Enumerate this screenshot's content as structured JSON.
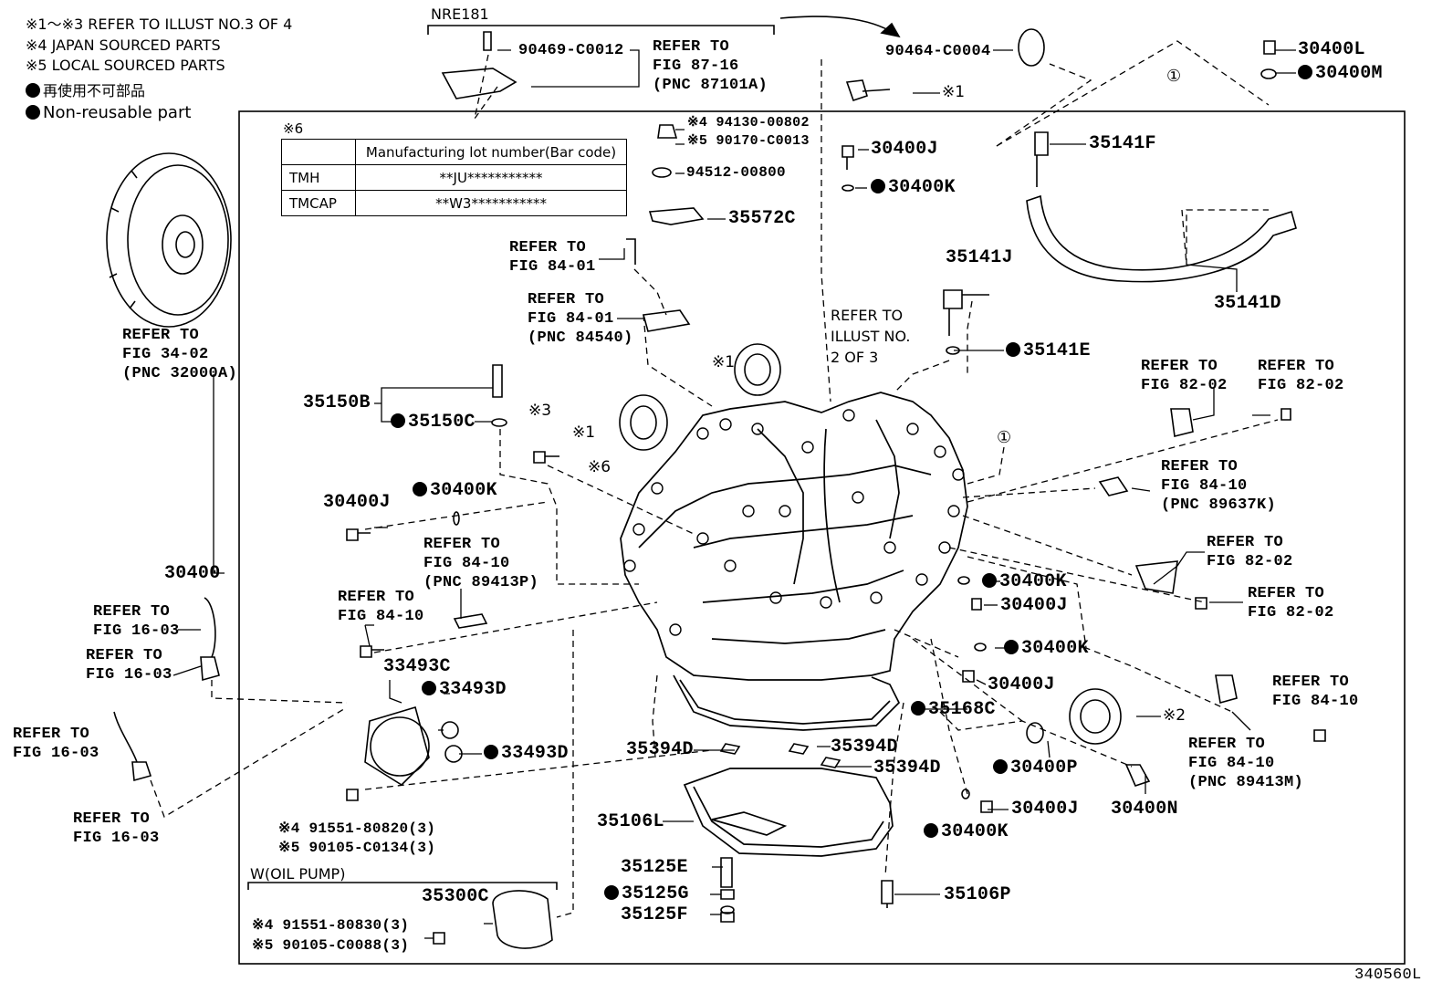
{
  "legend": {
    "ref_illust": "※1～※3 REFER TO ILLUST NO.3 OF 4",
    "japan_parts": "※4  JAPAN SOURCED PARTS",
    "local_parts": "※5  LOCAL SOURCED PARTS",
    "nonreusable_jp": "再使用不可部品",
    "nonreusable_en": "Non-reusable part"
  },
  "lot_table": {
    "mark": "※6",
    "header": "Manufacturing lot number(Bar code)",
    "rows": [
      {
        "plant": "TMH",
        "code": "**JU***********"
      },
      {
        "plant": "TMCAP",
        "code": "**W3***********"
      }
    ]
  },
  "groups": {
    "nre181": "NRE181",
    "oil_pump": "W(OIL PUMP)"
  },
  "labels": {
    "p90469": "90469-C0012",
    "ref_87_16": "REFER TO\nFIG 87-16\n(PNC 87101A)",
    "p90464": "90464-C0004",
    "mark1_top": "※1",
    "circle1_top": "①",
    "p30400L": "30400L",
    "p30400M": "30400M",
    "p94130": "※4 94130-00802",
    "p90170": "※5 90170-C0013",
    "p94512": "94512-00800",
    "p35572C": "35572C",
    "p30400J_a": "30400J",
    "p30400K_a": "30400K",
    "p35141F": "35141F",
    "ref_84_01_a": "REFER TO\nFIG 84-01",
    "ref_84_01_b": "REFER TO\nFIG 84-01\n(PNC 84540)",
    "p35141J": "35141J",
    "p35141D": "35141D",
    "ref_illust2": "REFER TO\nILLUST NO.\n2 OF 3",
    "p35141E": "35141E",
    "ref_34_02": "REFER TO\nFIG 34-02\n(PNC 32000A)",
    "mark1_b": "※1",
    "mark1_c": "※1",
    "p35150B": "35150B",
    "p35150C": "35150C",
    "mark3": "※3",
    "mark6": "※6",
    "circle1_mid": "①",
    "ref_82_02_a": "REFER TO\nFIG 82-02",
    "ref_82_02_b": "REFER TO\nFIG 82-02",
    "ref_84_10_89637K": "REFER TO\nFIG 84-10\n(PNC 89637K)",
    "p30400J_b": "30400J",
    "p30400K_b": "30400K",
    "ref_84_10_89413P": "REFER TO\nFIG 84-10\n(PNC 89413P)",
    "p30400": "30400",
    "ref_82_02_c": "REFER TO\nFIG 82-02",
    "ref_82_02_d": "REFER TO\nFIG 82-02",
    "p30400K_c": "30400K",
    "p30400J_c": "30400J",
    "ref_16_03_a": "REFER TO\nFIG 16-03",
    "ref_84_10_a": "REFER TO\nFIG 84-10",
    "ref_16_03_b": "REFER TO\nFIG 16-03",
    "p33493C": "33493C",
    "p30400K_d": "30400K",
    "p33493D_a": "33493D",
    "p30400J_d": "30400J",
    "ref_84_10_b": "REFER TO\nFIG 84-10",
    "p35168C": "35168C",
    "mark2": "※2",
    "ref_16_03_c": "REFER TO\nFIG 16-03",
    "p33493D_b": "33493D",
    "p35394D_a": "35394D",
    "p35394D_b": "35394D",
    "p35394D_c": "35394D",
    "ref_84_10_89413M": "REFER TO\nFIG 84-10\n(PNC 89413M)",
    "p30400P": "30400P",
    "ref_16_03_d": "REFER TO\nFIG 16-03",
    "p91551_80820": "※4 91551-80820(3)",
    "p90105_C0134": "※5 90105-C0134(3)",
    "p35106L": "35106L",
    "p30400J_e": "30400J",
    "p30400N": "30400N",
    "p30400K_e": "30400K",
    "p35125E": "35125E",
    "p35300C": "35300C",
    "p35125G": "35125G",
    "p35106P": "35106P",
    "p91551_80830": "※4 91551-80830(3)",
    "p90105_C0088": "※5 90105-C0088(3)",
    "p35125F": "35125F",
    "fig_code": "340560L"
  }
}
